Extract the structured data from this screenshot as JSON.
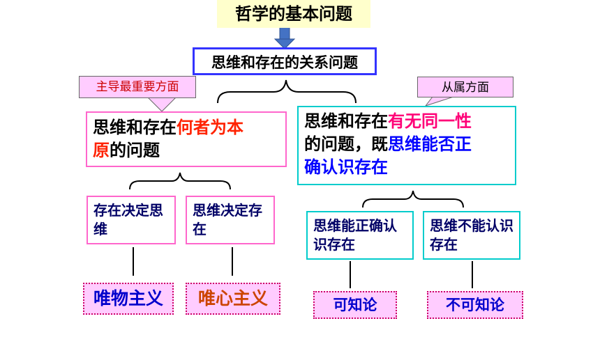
{
  "title": "哲学的基本问题",
  "root": "思维和存在的关系问题",
  "callout_left": "主导最重要方面",
  "callout_right": "从属方面",
  "left": {
    "p1": "思维和存在",
    "p2": "何者为本",
    "p3": "原",
    "p4": "的问题",
    "child_a": "存在决定思维",
    "child_b": "思维决定存在",
    "leaf_a": "唯物主义",
    "leaf_b": "唯心主义"
  },
  "right": {
    "p1": "思维和存在",
    "p2": "有无同一性",
    "p3": "的问题，既",
    "p4": "思维能否正",
    "p5": "确认识存在",
    "child_a": "思维能正确认识存在",
    "child_b": "思维不能认识存在",
    "leaf_a": "可知论",
    "leaf_b": "不可知论"
  },
  "colors": {
    "blue_border": "#3333ff",
    "pink_border": "#ff66cc",
    "cyan_border": "#00cccc",
    "callout_fill": "#ffccff",
    "leaf_fill": "#ffccff",
    "title_fill": "#ffffcc",
    "arrow_fill": "#4472c4"
  }
}
